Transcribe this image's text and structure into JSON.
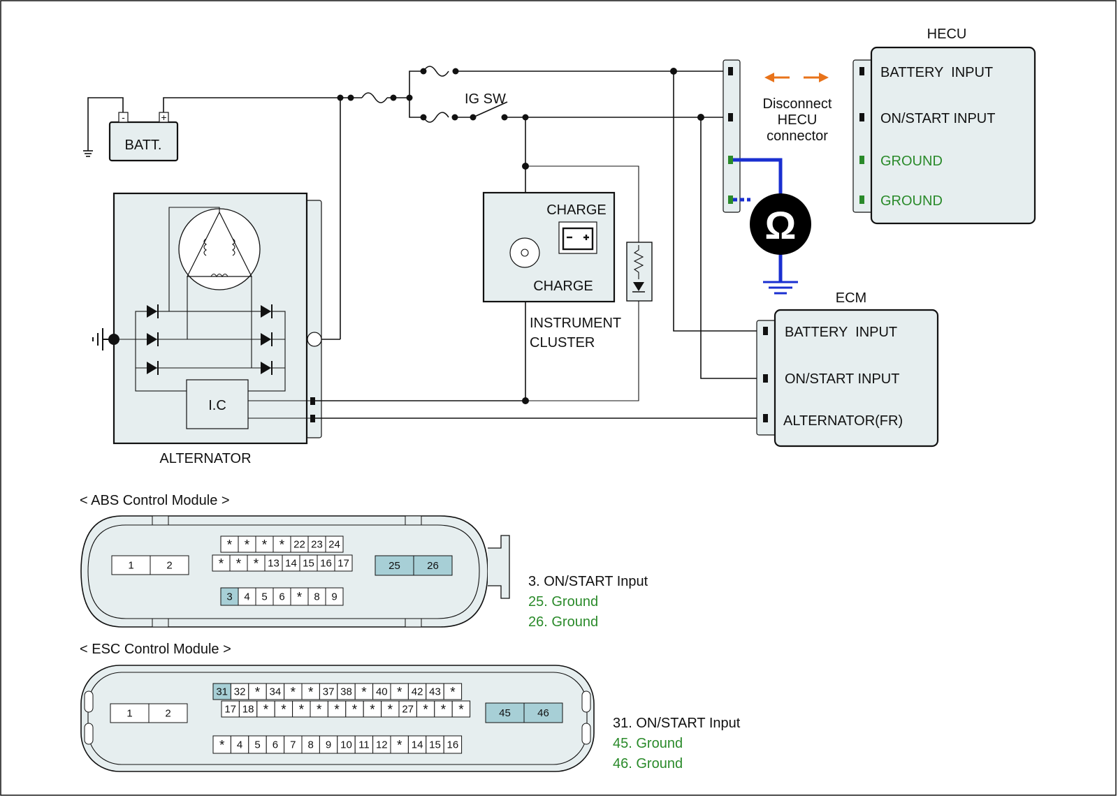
{
  "colors": {
    "panel": "#e6eeef",
    "highlight": "#a7cfd6",
    "ground_text": "#2a8a2a",
    "probe_wire": "#1a2fd0",
    "arrow": "#e8731a"
  },
  "labels": {
    "batt": "BATT.",
    "batt_minus": "-",
    "batt_plus": "+",
    "ig_sw": "IG SW",
    "alternator": "ALTERNATOR",
    "ic": "I.C",
    "charge_top": "CHARGE",
    "charge_bottom": "CHARGE",
    "cluster_line1": "INSTRUMENT",
    "cluster_line2": "CLUSTER",
    "disconnect_line1": "Disconnect",
    "disconnect_line2": "HECU",
    "disconnect_line3": "connector",
    "ohm": "Ω"
  },
  "hecu": {
    "title": "HECU",
    "pins": [
      "BATTERY  INPUT",
      "ON/START INPUT",
      "GROUND",
      "GROUND"
    ]
  },
  "ecm": {
    "title": "ECM",
    "pins": [
      "BATTERY  INPUT",
      "ON/START INPUT",
      "ALTERNATOR(FR)"
    ]
  },
  "abs": {
    "title": "< ABS Control Module >",
    "left_pins": [
      "1",
      "2"
    ],
    "row1": [
      "*",
      "*",
      "*",
      "*",
      "22",
      "23",
      "24"
    ],
    "row2": [
      "*",
      "*",
      "*",
      "13",
      "14",
      "15",
      "16",
      "17"
    ],
    "row3": [
      "3",
      "4",
      "5",
      "6",
      "*",
      "8",
      "9"
    ],
    "right_pins": [
      "25",
      "26"
    ],
    "highlighted": [
      "3",
      "25",
      "26"
    ],
    "legend": [
      "3. ON/START Input",
      "25. Ground",
      "26. Ground"
    ]
  },
  "esc": {
    "title": "< ESC Control Module >",
    "left_pins": [
      "1",
      "2"
    ],
    "row1": [
      "31",
      "32",
      "*",
      "34",
      "*",
      "*",
      "37",
      "38",
      "*",
      "40",
      "*",
      "42",
      "43",
      "*"
    ],
    "row2": [
      "17",
      "18",
      "*",
      "*",
      "*",
      "*",
      "*",
      "*",
      "*",
      "*",
      "27",
      "*",
      "*",
      "*"
    ],
    "row3": [
      "*",
      "4",
      "5",
      "6",
      "7",
      "8",
      "9",
      "10",
      "11",
      "12",
      "*",
      "14",
      "15",
      "16"
    ],
    "right_pins": [
      "45",
      "46"
    ],
    "highlighted": [
      "31",
      "45",
      "46"
    ],
    "legend": [
      "31. ON/START Input",
      "45. Ground",
      "46. Ground"
    ]
  }
}
